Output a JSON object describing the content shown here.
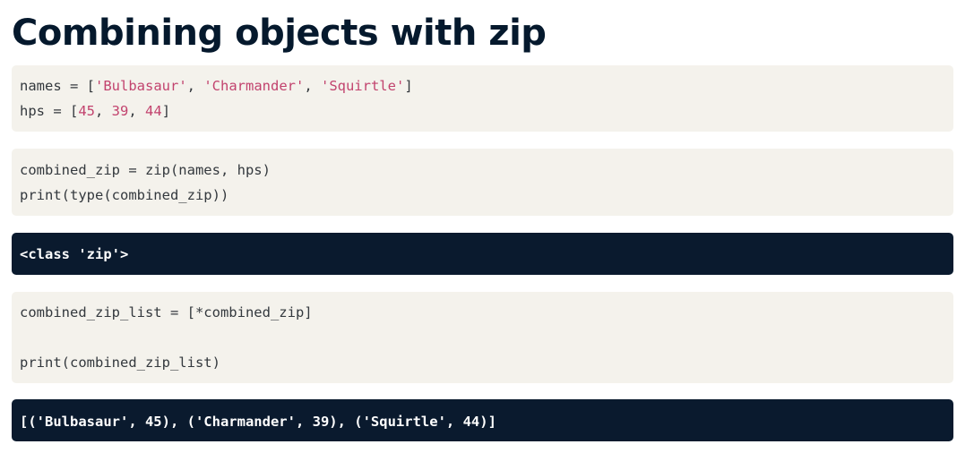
{
  "slide": {
    "title": "Combining objects with zip"
  },
  "cell1": {
    "line1": {
      "a": "names = [",
      "s1": "'Bulbasaur'",
      "c1": ", ",
      "s2": "'Charmander'",
      "c2": ", ",
      "s3": "'Squirtle'",
      "end": "]"
    },
    "line2": {
      "a": "hps = [",
      "n1": "45",
      "c1": ", ",
      "n2": "39",
      "c2": ", ",
      "n3": "44",
      "end": "]"
    }
  },
  "cell2": {
    "line1": "combined_zip = zip(names, hps)",
    "line2": "print(type(combined_zip))"
  },
  "output1": {
    "line1": "<class 'zip'>"
  },
  "cell3": {
    "line1": "combined_zip_list = [*combined_zip]",
    "line2": "",
    "line3": "print(combined_zip_list)"
  },
  "output2": {
    "line1": "[('Bulbasaur', 45), ('Charmander', 39), ('Squirtle', 44)]"
  },
  "colors": {
    "title": "#05192d",
    "code_background": "#f4f2ec",
    "code_text": "#34393e",
    "literal": "#c2436e",
    "output_background": "#0a1a2e",
    "output_text": "#ffffff"
  }
}
